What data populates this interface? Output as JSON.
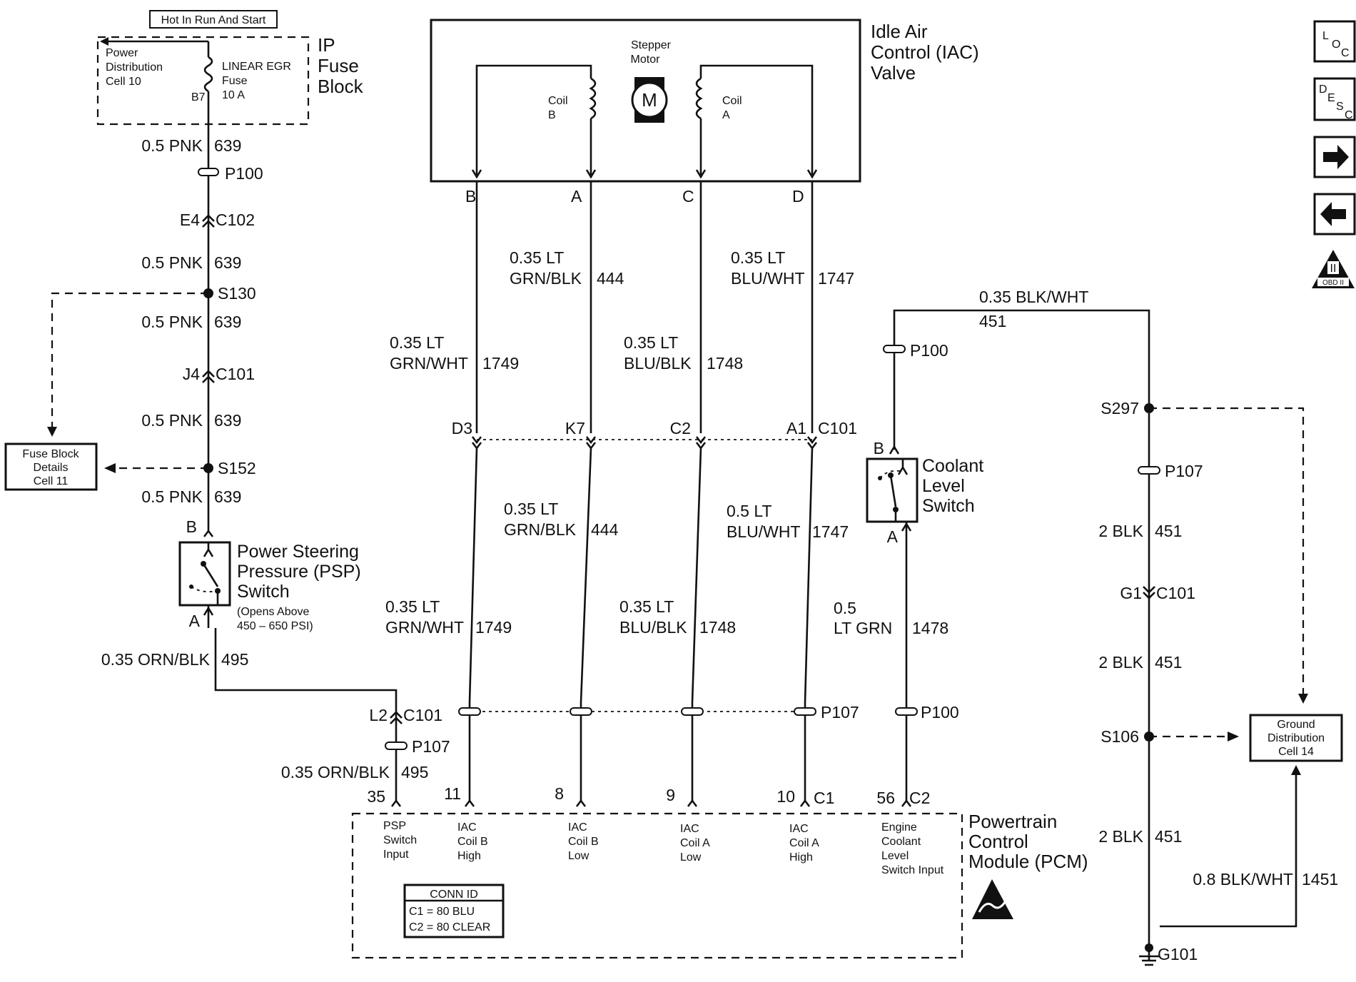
{
  "hot_label": "Hot In Run And Start",
  "fuse_block": {
    "title": [
      "IP",
      "Fuse",
      "Block"
    ],
    "power_dist": [
      "Power",
      "Distribution",
      "Cell 10"
    ],
    "fuse": [
      "LINEAR EGR",
      "Fuse",
      "10 A"
    ],
    "pin": "B7"
  },
  "iac": {
    "title": [
      "Idle Air",
      "Control (IAC)",
      "Valve"
    ],
    "stepper": [
      "Stepper",
      "Motor"
    ],
    "motor": "M",
    "coil_b": [
      "Coil",
      "B"
    ],
    "coil_a": [
      "Coil",
      "A"
    ],
    "pins": [
      "B",
      "A",
      "C",
      "D"
    ]
  },
  "left_wire": {
    "wire1": [
      "0.5 PNK",
      "639"
    ],
    "p100": "P100",
    "c102": [
      "E4",
      "C102"
    ],
    "wire2": [
      "0.5 PNK",
      "639"
    ],
    "s130": "S130",
    "wire3": [
      "0.5 PNK",
      "639"
    ],
    "c101": [
      "J4",
      "C101"
    ],
    "wire4": [
      "0.5 PNK",
      "639"
    ],
    "s152": "S152",
    "wire5": [
      "0.5 PNK",
      "639"
    ],
    "fuse_details": [
      "Fuse Block",
      "Details",
      "Cell 11"
    ]
  },
  "psp_switch": {
    "pin_b": "B",
    "pin_a": "A",
    "title": [
      "Power Steering",
      "Pressure (PSP)",
      "Switch"
    ],
    "note": [
      "(Opens Above",
      "450 – 650 PSI)"
    ],
    "wire_out": [
      "0.35 ORN/BLK",
      "495"
    ],
    "c101": [
      "L2",
      "C101"
    ],
    "p107": "P107",
    "wire_pcm": [
      "0.35 ORN/BLK",
      "495"
    ],
    "pcm_pin": "35"
  },
  "iac_wires_upper": [
    {
      "l1": "0.35 LT",
      "l2": "GRN/WHT",
      "circuit": "1749"
    },
    {
      "l1": "0.35 LT",
      "l2": "GRN/BLK",
      "circuit": "444"
    },
    {
      "l1": "0.35 LT",
      "l2": "BLU/BLK",
      "circuit": "1748"
    },
    {
      "l1": "0.35 LT",
      "l2": "BLU/WHT",
      "circuit": "1747"
    }
  ],
  "c101_pins": [
    "D3",
    "K7",
    "C2",
    "A1"
  ],
  "c101_label": "C101",
  "iac_wires_lower": [
    {
      "l1": "0.35 LT",
      "l2": "GRN/WHT",
      "circuit": "1749"
    },
    {
      "l1": "0.35 LT",
      "l2": "GRN/BLK",
      "circuit": "444"
    },
    {
      "l1": "0.35 LT",
      "l2": "BLU/BLK",
      "circuit": "1748"
    },
    {
      "l1": "0.5 LT",
      "l2": "BLU/WHT",
      "circuit": "1747"
    }
  ],
  "p107_label": "P107",
  "pcm_pins": [
    "11",
    "8",
    "9",
    "10"
  ],
  "pcm_c1": "C1",
  "coolant": {
    "top_wire": [
      "0.35 BLK/WHT",
      "451"
    ],
    "p100_top": "P100",
    "pin_b": "B",
    "pin_a": "A",
    "title": [
      "Coolant",
      "Level",
      "Switch"
    ],
    "wire": [
      "0.5",
      "LT GRN",
      "1478"
    ],
    "p100_bot": "P100",
    "pcm_pin": "56",
    "pcm_c2": "C2"
  },
  "pcm": {
    "title": [
      "Powertrain",
      "Control",
      "Module (PCM)"
    ],
    "inputs": [
      [
        "PSP",
        "Switch",
        "Input"
      ],
      [
        "IAC",
        "Coil B",
        "High"
      ],
      [
        "IAC",
        "Coil B",
        "Low"
      ],
      [
        "IAC",
        "Coil A",
        "Low"
      ],
      [
        "IAC",
        "Coil A",
        "High"
      ],
      [
        "Engine",
        "Coolant",
        "Level",
        "Switch Input"
      ]
    ],
    "conn_id": [
      "CONN ID",
      "C1 = 80 BLU",
      "C2 = 80 CLEAR"
    ]
  },
  "ground": {
    "s297": "S297",
    "p107": "P107",
    "wire1": [
      "2 BLK",
      "451"
    ],
    "c101": [
      "G1",
      "C101"
    ],
    "wire2": [
      "2 BLK",
      "451"
    ],
    "s106": "S106",
    "wire3": [
      "2 BLK",
      "451"
    ],
    "g101": "G101",
    "gnd_dist": [
      "Ground",
      "Distribution",
      "Cell 14"
    ],
    "wire_1451": [
      "0.8 BLK/WHT",
      "1451"
    ]
  },
  "nav": {
    "loc": [
      "L",
      "O",
      "C"
    ],
    "desc": [
      "D",
      "E",
      "S",
      "C"
    ],
    "obd": [
      "II",
      "OBD II"
    ]
  }
}
